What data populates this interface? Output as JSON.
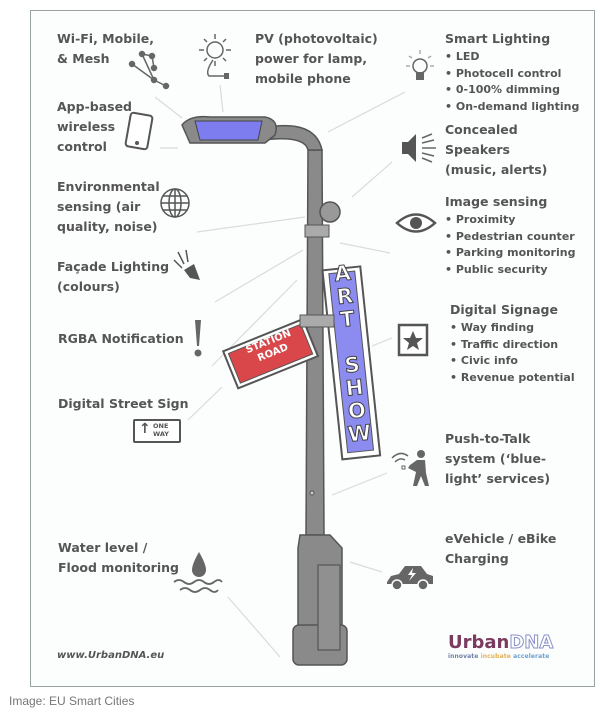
{
  "features": {
    "wifi": {
      "lines": [
        "Wi-Fi, Mobile,",
        "& Mesh"
      ]
    },
    "pv": {
      "lines": [
        "PV (photovoltaic)",
        "power for lamp,",
        "mobile phone"
      ]
    },
    "smart_lighting": {
      "title": "Smart Lighting",
      "bullets": [
        "LED",
        "Photocell control",
        "0-100% dimming",
        "On-demand lighting"
      ]
    },
    "app": {
      "lines": [
        "App-based",
        "wireless",
        "control"
      ]
    },
    "speakers": {
      "lines": [
        "Concealed",
        "Speakers",
        "(music, alerts)"
      ]
    },
    "environmental": {
      "lines": [
        "Environmental",
        "sensing (air",
        "quality, noise)"
      ]
    },
    "image_sensing": {
      "title": "Image sensing",
      "bullets": [
        "Proximity",
        "Pedestrian counter",
        "Parking monitoring",
        "Public security"
      ]
    },
    "facade": {
      "lines": [
        "Façade Lighting",
        "(colours)"
      ]
    },
    "signage": {
      "title": "Digital Signage",
      "bullets": [
        "Way finding",
        "Traffic direction",
        "Civic info",
        "Revenue potential"
      ]
    },
    "rgba": {
      "lines": [
        "RGBA Notification"
      ]
    },
    "street_sign": {
      "lines": [
        "Digital Street Sign"
      ],
      "icon_text": [
        "ONE",
        "WAY"
      ]
    },
    "ptt": {
      "lines": [
        "Push-to-Talk",
        "system (‘blue-",
        "light’ services)"
      ]
    },
    "water": {
      "lines": [
        "Water level /",
        "Flood monitoring"
      ]
    },
    "ev": {
      "lines": [
        "eVehicle / eBike",
        "Charging"
      ]
    }
  },
  "signs": {
    "art_show": "ART SHOW",
    "station_road": [
      "STATION",
      "ROAD"
    ]
  },
  "footer": {
    "url": "www.UrbanDNA.eu",
    "logo_a": "Urban",
    "logo_b": "DNA",
    "tagline": [
      "innovate",
      "incubate",
      "accelerate"
    ]
  },
  "caption": "Image: EU Smart Cities",
  "colors": {
    "text": "#555555",
    "sign_blue": "#8c8cf0",
    "sign_red": "#d9474a",
    "pole": "#7d7d7d"
  }
}
